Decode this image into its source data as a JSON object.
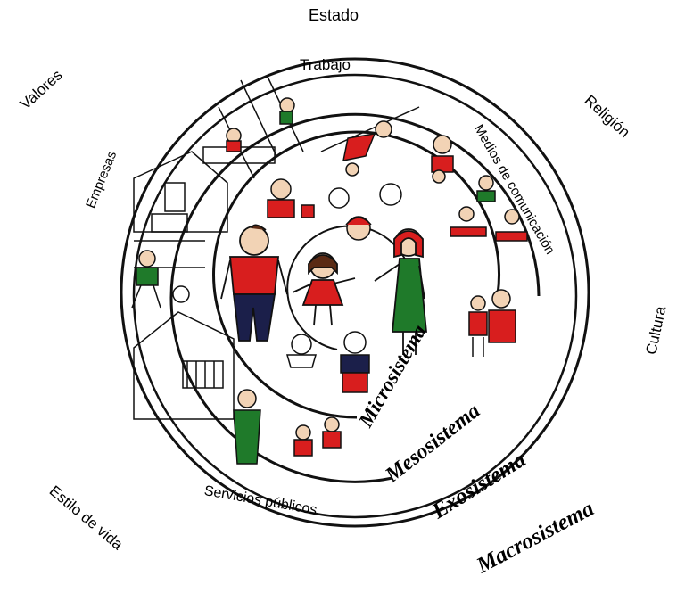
{
  "outer_labels": {
    "estado": "Estado",
    "valores": "Valores",
    "religion": "Religión",
    "cultura": "Cultura",
    "estilo_de_vida": "Estilo de vida"
  },
  "exo_labels": {
    "trabajo": "Trabajo",
    "empresas": "Empresas",
    "medios": "Medios de comunicación",
    "servicios": "Servicios públicos"
  },
  "systems": {
    "micro": "Microsistema",
    "meso": "Mesosistema",
    "exo": "Exosistema",
    "macro": "Macrosistema"
  },
  "colors": {
    "line": "#111111",
    "red": "#d81e1e",
    "green": "#1f7a2a",
    "navy": "#1b1f4a",
    "skin": "#f2d3b5",
    "hair": "#5a2a14"
  }
}
